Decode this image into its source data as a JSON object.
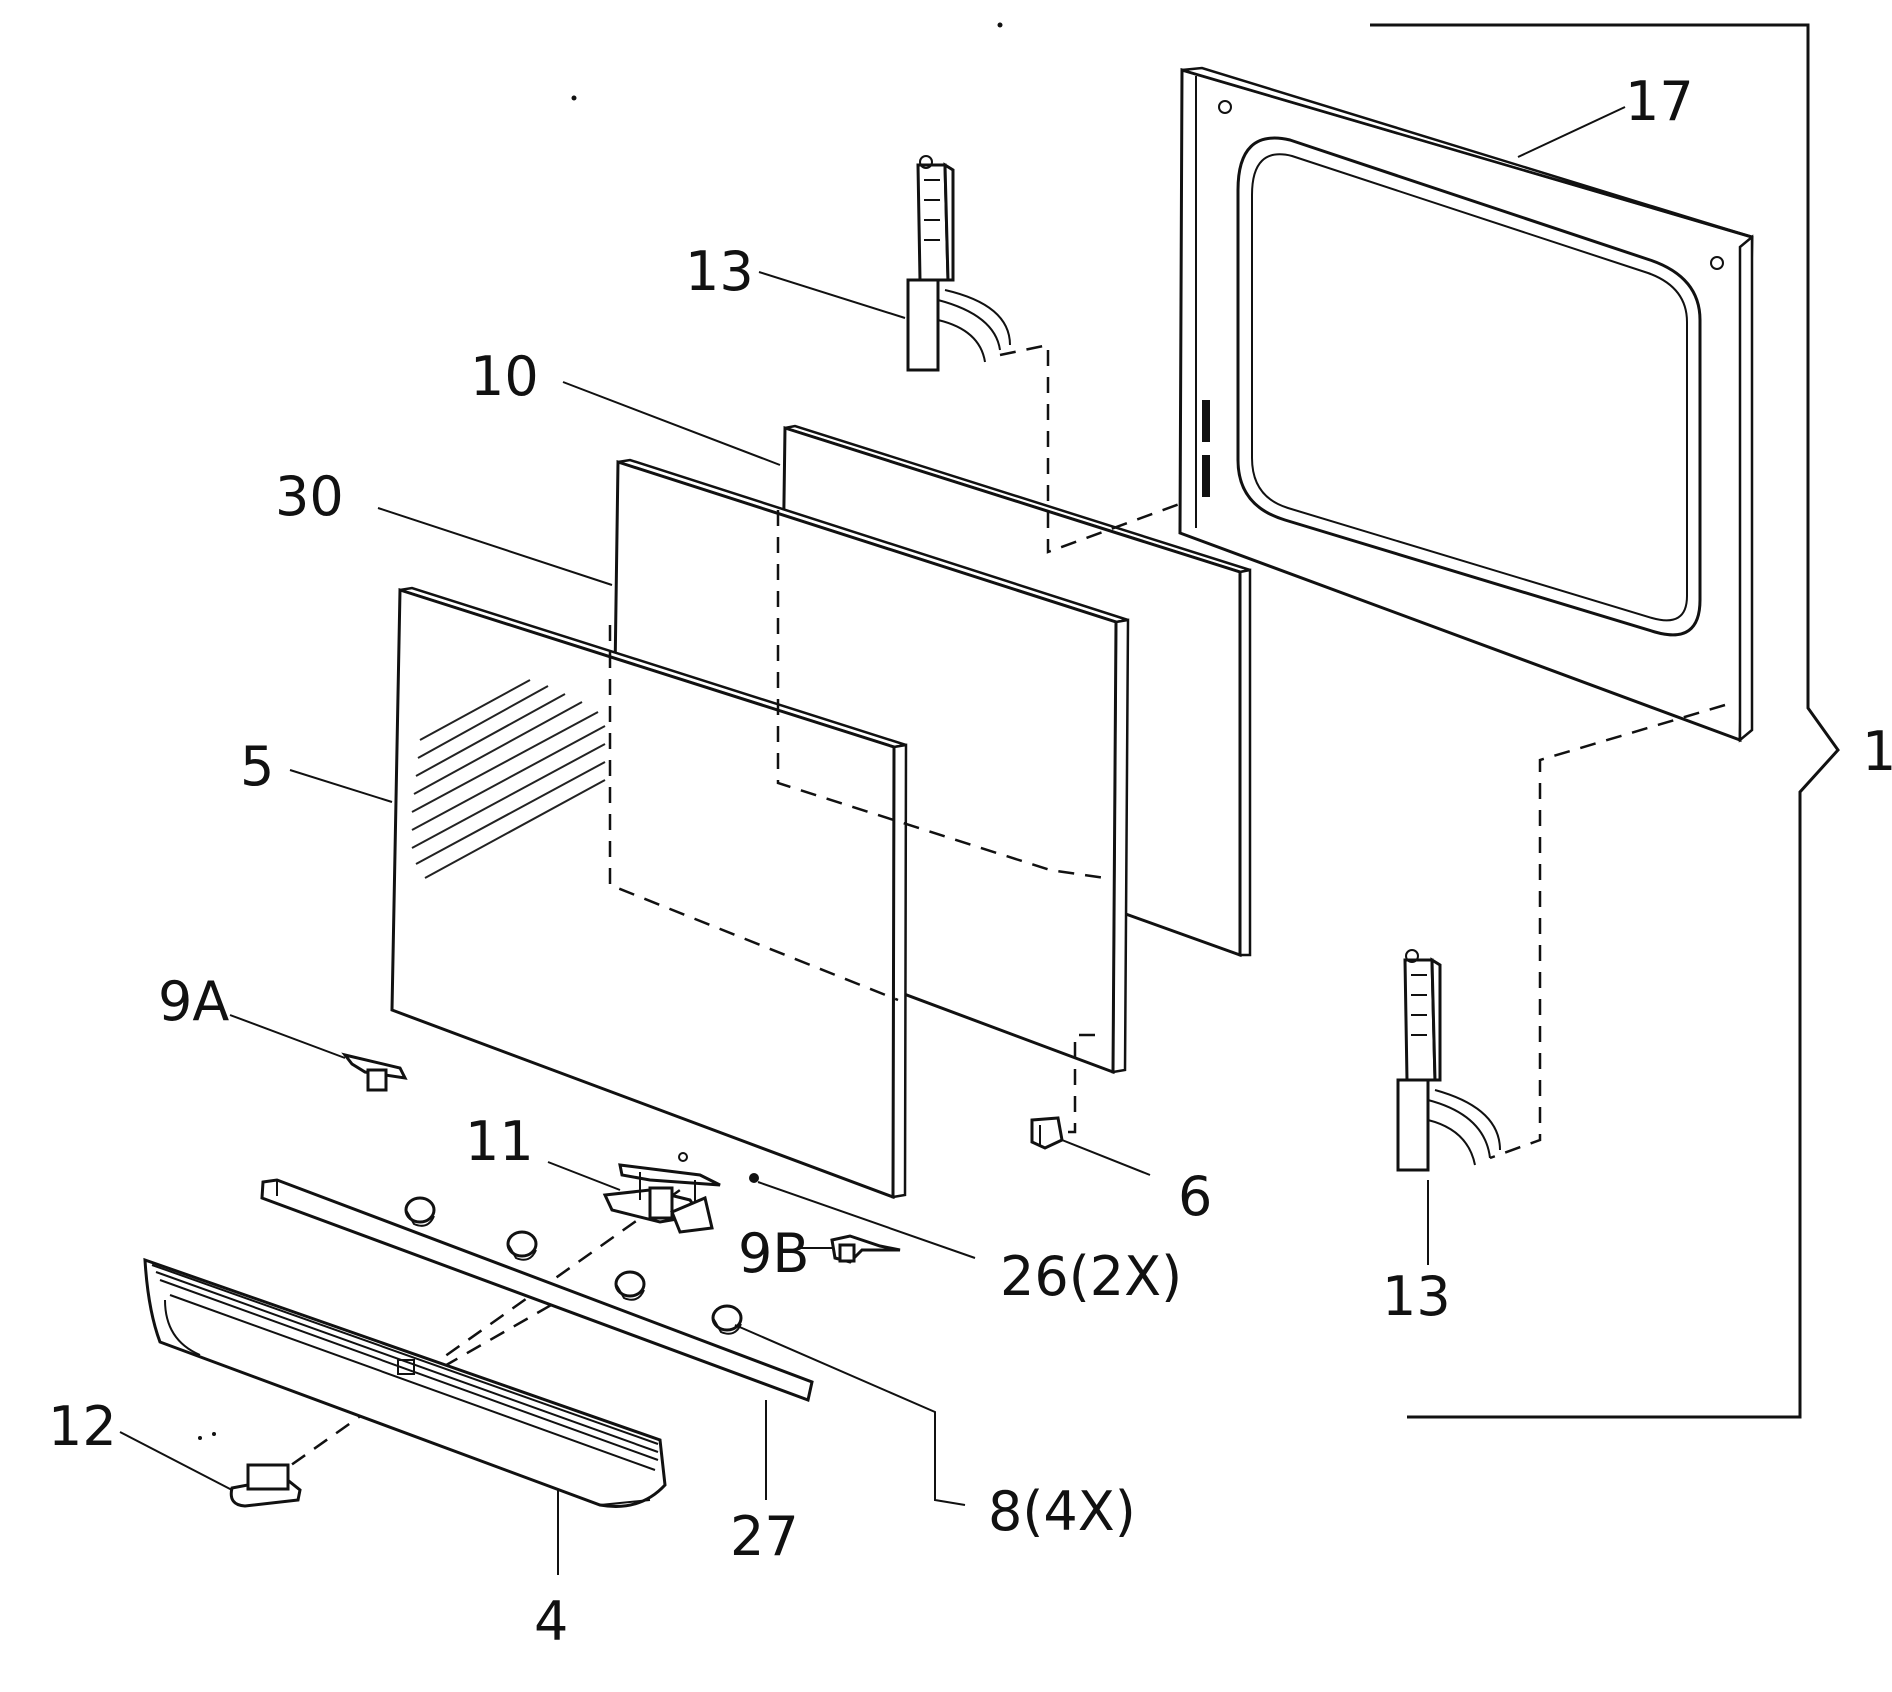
{
  "labels": {
    "p1": "1",
    "p4": "4",
    "p5": "5",
    "p6": "6",
    "p8": "8(4X)",
    "p9a": "9A",
    "p9b": "9B",
    "p10": "10",
    "p11": "11",
    "p12": "12",
    "p13_top": "13",
    "p13_bottom": "13",
    "p17": "17",
    "p26": "26(2X)",
    "p27": "27",
    "p30": "30"
  }
}
